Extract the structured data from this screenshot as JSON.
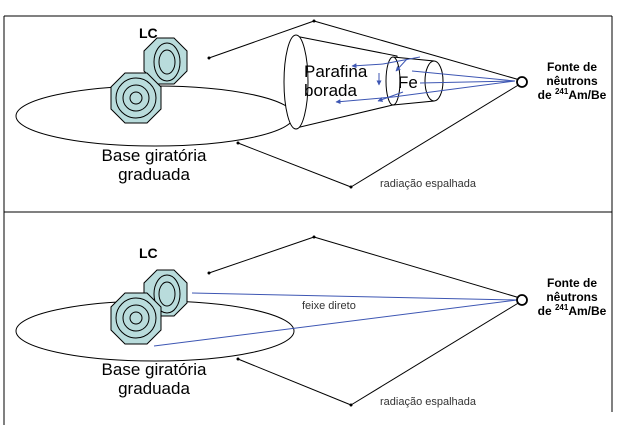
{
  "colors": {
    "detector_fill": "#b9dcdc",
    "beam": "#3d56b3",
    "frame": "#000000"
  },
  "top_panel": {
    "detector_label": "LC",
    "base_label_line1": "Base giratória",
    "base_label_line2": "graduada",
    "paraffin_line1": "Parafina",
    "paraffin_line2": "borada",
    "iron_label": "Fe",
    "source_line1": "Fonte de",
    "source_line2": "nêutrons",
    "source_line3_prefix": "de ",
    "source_isotope_mass": "241",
    "source_line3_suffix": "Am/Be",
    "scatter_label": "radiação espalhada"
  },
  "bottom_panel": {
    "detector_label": "LC",
    "base_label_line1": "Base giratória",
    "base_label_line2": "graduada",
    "beam_label": "feixe direto",
    "source_line1": "Fonte de",
    "source_line2": "nêutrons",
    "source_line3_prefix": "de ",
    "source_isotope_mass": "241",
    "source_line3_suffix": "Am/Be",
    "scatter_label": "radiação espalhada"
  }
}
